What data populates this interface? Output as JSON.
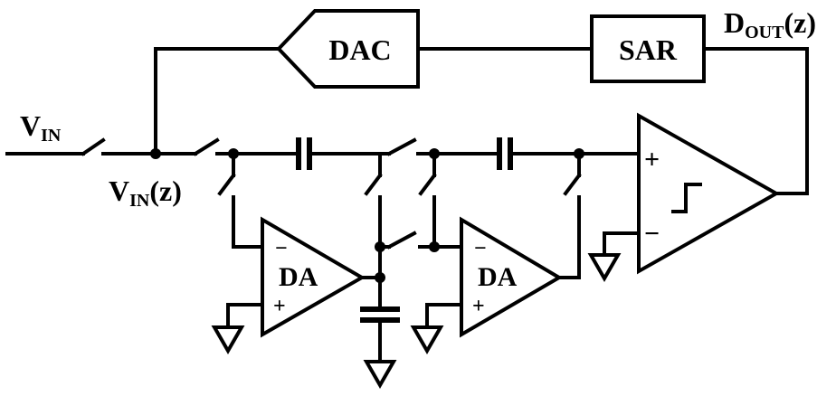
{
  "labels": {
    "vin_main": "V",
    "vin_main_sub": "IN",
    "vinz_main": "V",
    "vinz_sub": "IN",
    "vinz_tail": "(z)",
    "dout_main": "D",
    "dout_sub": "OUT",
    "dout_tail": "(z)",
    "dac": "DAC",
    "sar": "SAR",
    "da1": "DA",
    "da2": "DA",
    "plus": "+",
    "minus": "−"
  }
}
